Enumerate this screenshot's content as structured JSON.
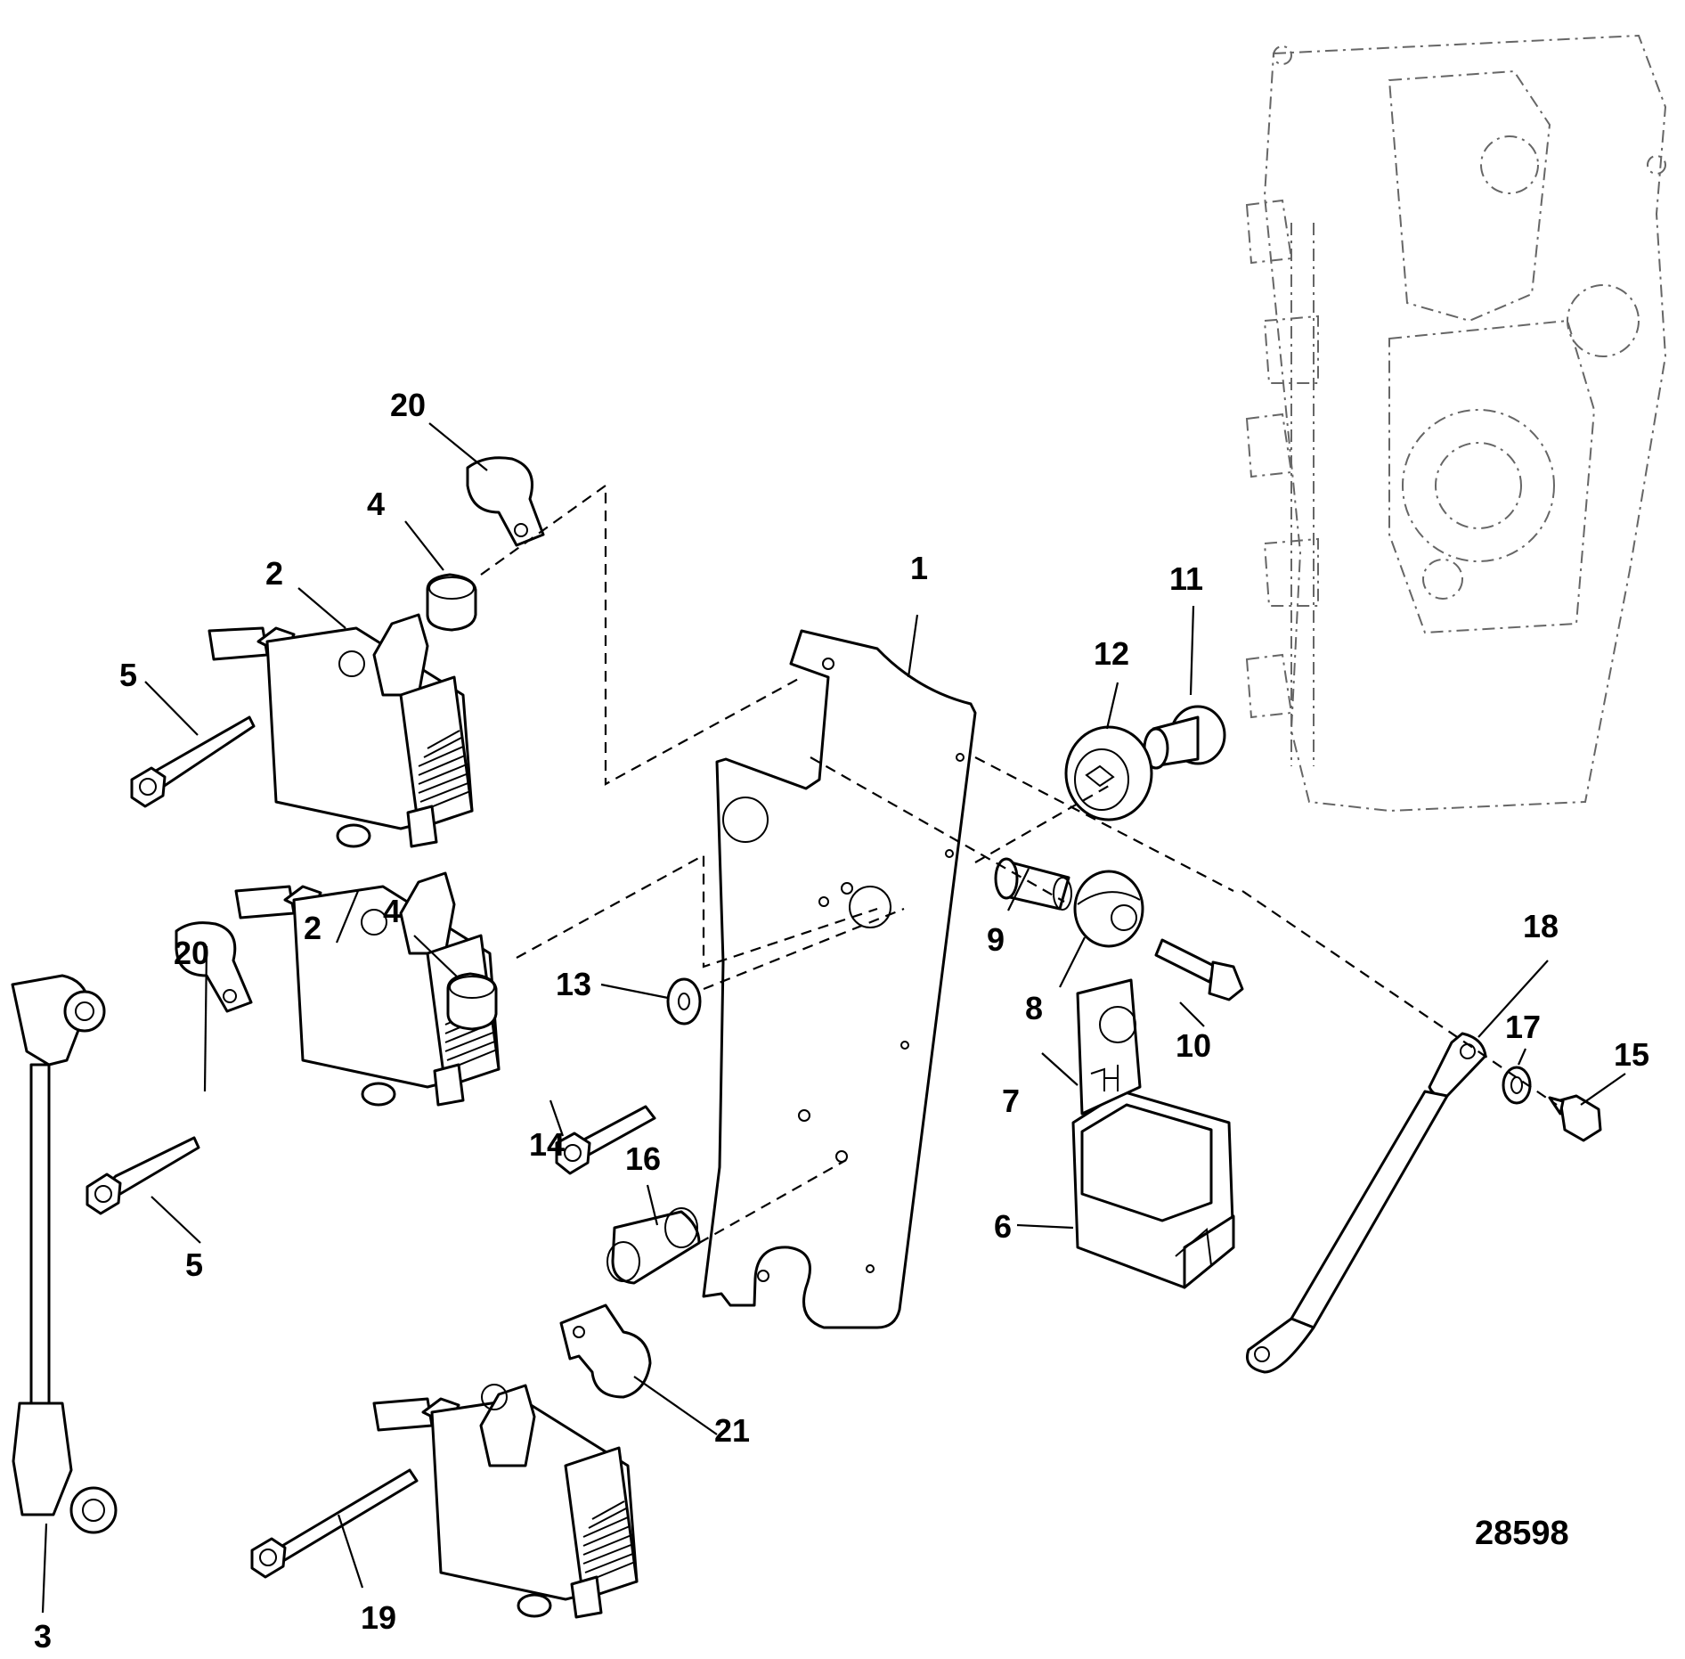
{
  "figure_number": "28598",
  "callouts": [
    "1",
    "2",
    "2",
    "3",
    "4",
    "4",
    "5",
    "5",
    "6",
    "7",
    "8",
    "9",
    "10",
    "11",
    "12",
    "13",
    "14",
    "15",
    "16",
    "17",
    "18",
    "19",
    "20",
    "20",
    "21"
  ]
}
